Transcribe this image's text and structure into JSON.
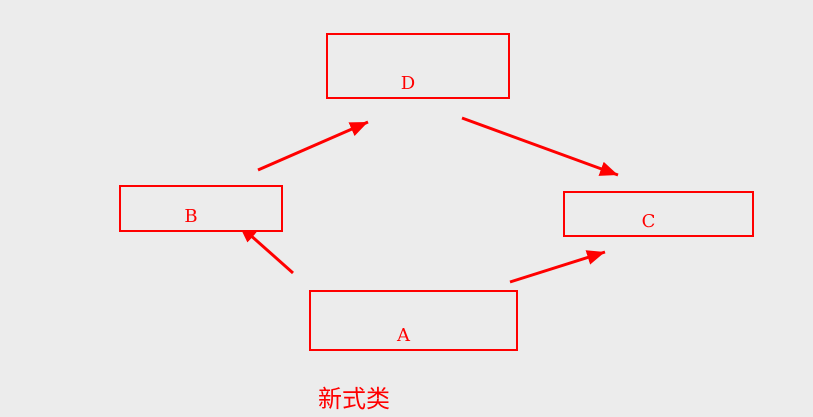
{
  "diagram": {
    "caption": "新式类",
    "colors": {
      "accent": "#ff0000",
      "background": "#ececec"
    },
    "nodes": [
      {
        "id": "D",
        "label": "D"
      },
      {
        "id": "B",
        "label": "B"
      },
      {
        "id": "C",
        "label": "C"
      },
      {
        "id": "A",
        "label": "A"
      }
    ],
    "edges": [
      {
        "from": "B",
        "to": "D"
      },
      {
        "from": "D",
        "to": "C"
      },
      {
        "from": "A",
        "to": "B"
      },
      {
        "from": "A",
        "to": "C"
      }
    ]
  }
}
